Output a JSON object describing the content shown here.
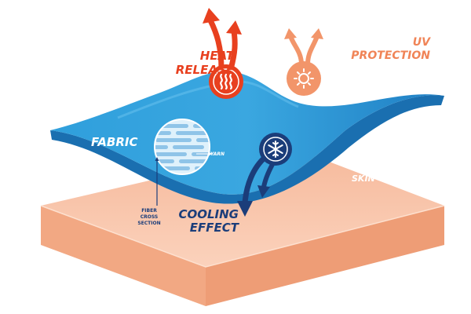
{
  "labels": {
    "heat_release": [
      "HEAT",
      "RELEASE"
    ],
    "uv_protection": [
      "UV",
      "PROTECTION"
    ],
    "fabric": "FABRIC",
    "skin": "SKIN",
    "yarn": "YARN",
    "fiber_cross_section": [
      "FIBER",
      "CROSS",
      "SECTION"
    ],
    "cooling_effect": [
      "COOLING",
      "EFFECT"
    ]
  },
  "icons": {
    "heat": "heat-waves-icon",
    "uv": "sun-icon",
    "cooling": "snowflake-icon"
  },
  "colors": {
    "heat": "#e8401f",
    "uv": "#f2956a",
    "cooling": "#1b3d7a",
    "fabric": "#2b8fd0",
    "skin": "#f7c3a6",
    "label_navy": "#1b3d7a",
    "label_red": "#e8401f",
    "label_orange": "#f08457"
  }
}
